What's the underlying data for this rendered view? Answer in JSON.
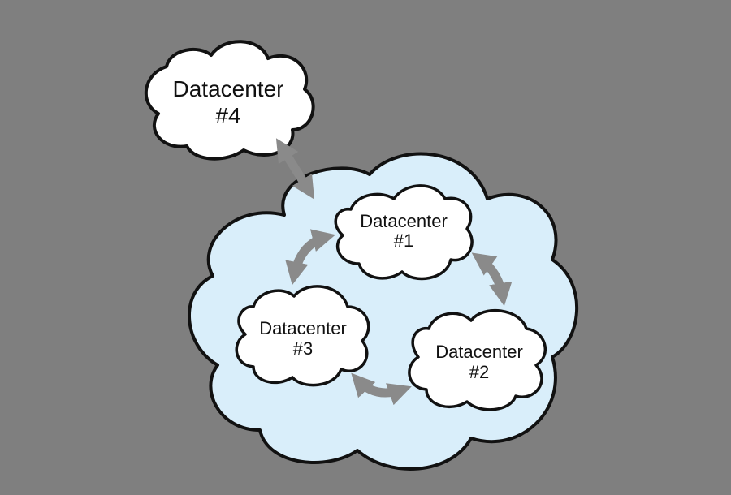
{
  "colors": {
    "background": "#7f7f7f",
    "outer_cloud_fill": "#d9eefa",
    "inner_cloud_fill": "#ffffff",
    "outline": "#111111",
    "arrow": "#8a8a8a"
  },
  "datacenters": [
    {
      "name": "Datacenter",
      "number": "#1"
    },
    {
      "name": "Datacenter",
      "number": "#2"
    },
    {
      "name": "Datacenter",
      "number": "#3"
    },
    {
      "name": "Datacenter",
      "number": "#4"
    }
  ]
}
